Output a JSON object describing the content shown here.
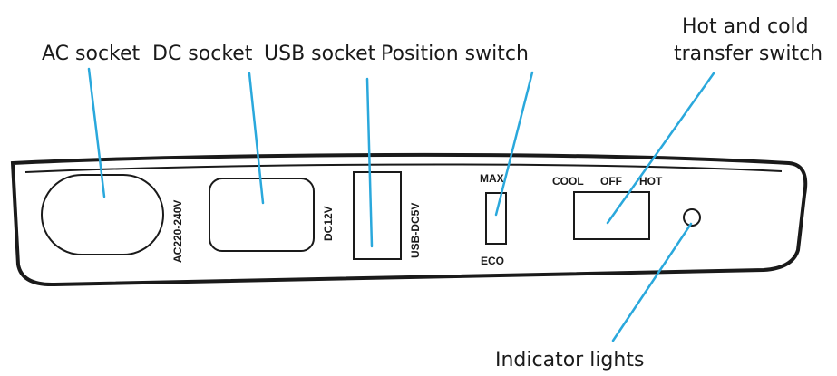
{
  "callouts": {
    "ac_socket": "AC socket",
    "dc_socket": "DC socket",
    "usb_socket": "USB socket",
    "position_switch": "Position switch",
    "hot_cold_line1": "Hot and cold",
    "hot_cold_line2": "transfer switch",
    "indicator": "Indicator lights"
  },
  "panel_labels": {
    "ac_voltage": "AC220-240V",
    "dc_voltage": "DC12V",
    "usb_voltage": "USB-DC5V",
    "max": "MAX",
    "eco": "ECO",
    "cool": "COOL",
    "off": "OFF",
    "hot": "HOT"
  },
  "colors": {
    "leader_line": "#2aa8dc",
    "outline": "#1a1a1a"
  }
}
